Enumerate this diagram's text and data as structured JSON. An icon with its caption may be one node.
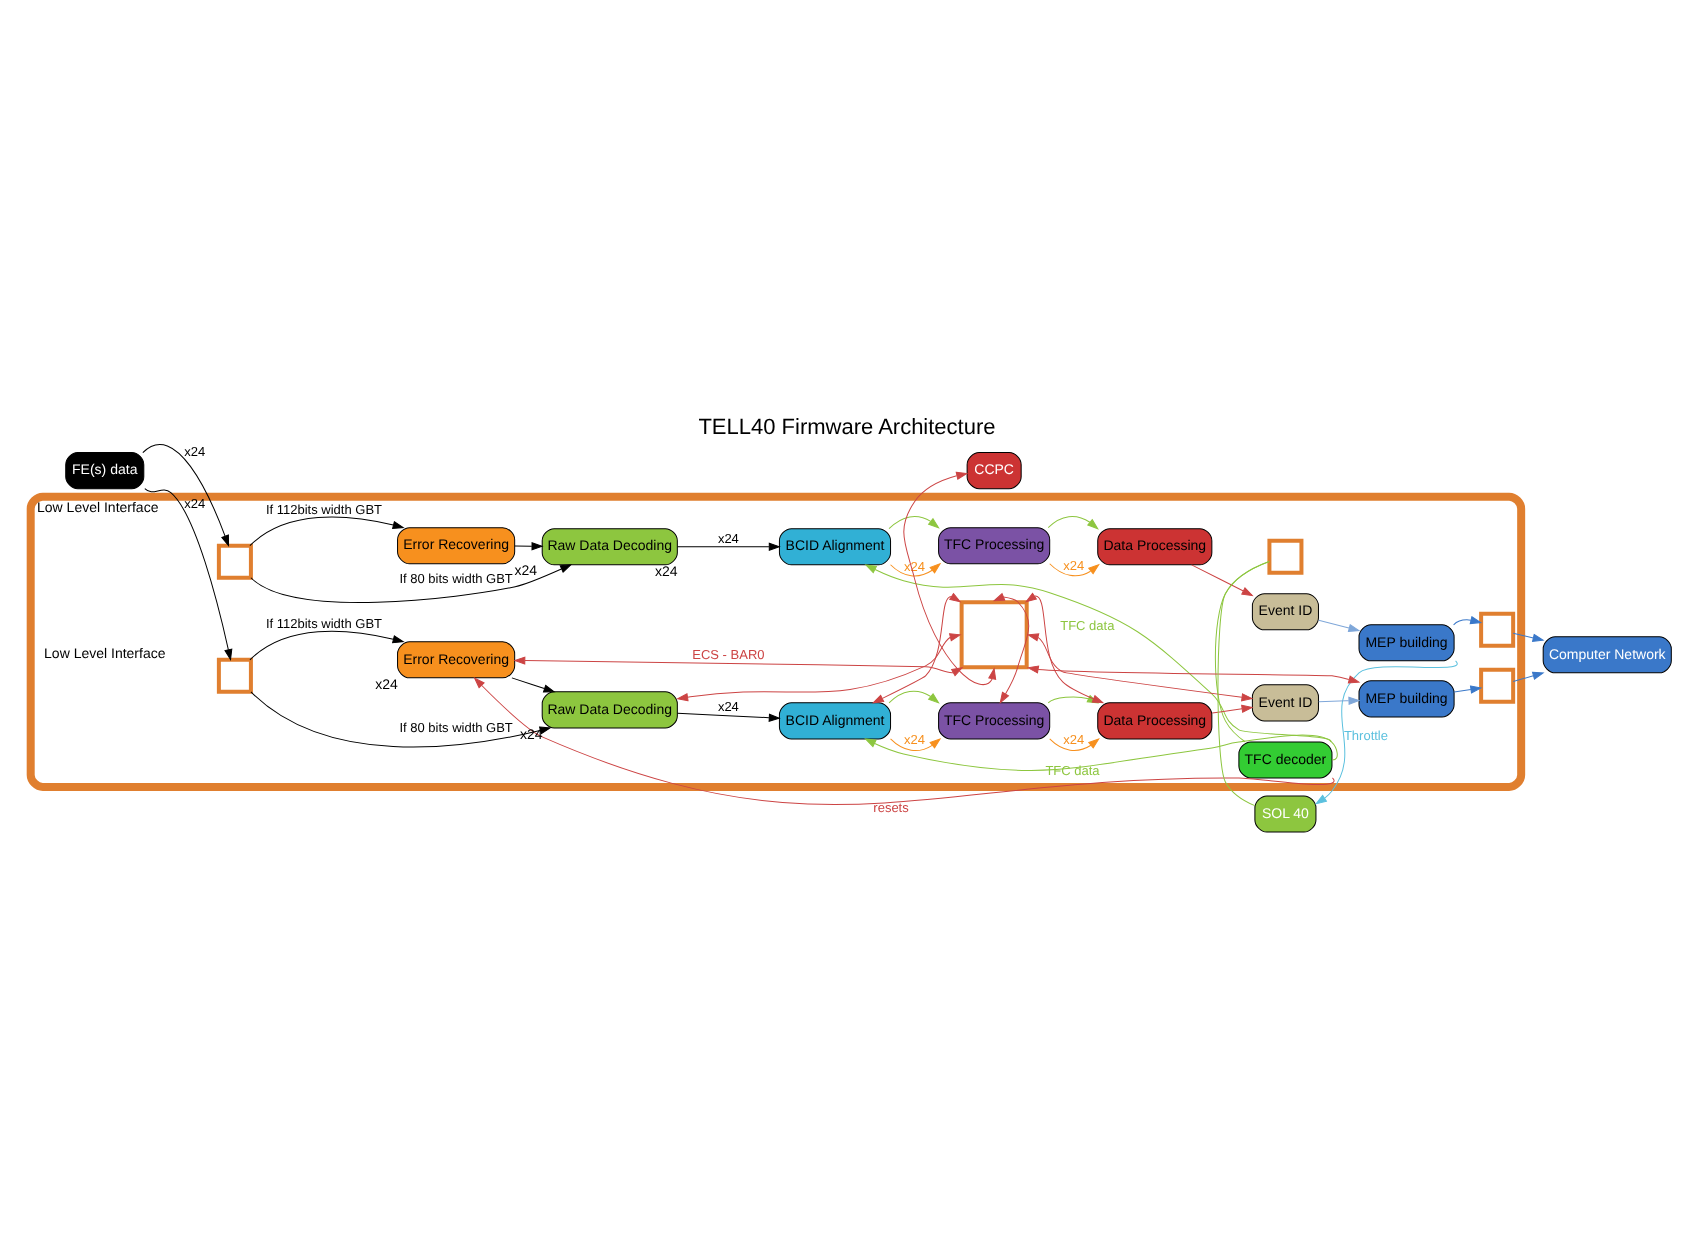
{
  "diagram": {
    "title": "TELL40 Firmware Architecture",
    "nodes": [
      {
        "text": [
          "FE(s) data"
        ]
      },
      {
        "text": [
          "Low Level Interface"
        ]
      },
      {
        "text": [
          "SOL 40"
        ]
      },
      {
        "text": [],
        "shape": "box",
        "in": 1
      },
      {
        "text": [
          "TFC decoder"
        ],
        "in": 1
      },
      {
        "text": [],
        "shape": "box",
        "in": 1
      },
      {
        "text": [
          "Error Recovering"
        ],
        "in": 1,
        "beside": [
          "x24"
        ]
      },
      {
        "text": [
          "Raw Data Decoding"
        ],
        "in": 1,
        "beside": [
          "x24"
        ]
      },
      {
        "text": [
          "BCID Alignment"
        ],
        "in": 1
      },
      {
        "text": [
          "TFC Processing"
        ],
        "in": 1
      },
      {
        "text": [
          "Data Processing"
        ],
        "in": 1
      },
      {
        "text": [
          "Event ID"
        ],
        "in": 1
      },
      {
        "text": [
          "MEP building"
        ],
        "in": 1
      },
      {
        "text": [],
        "shape": "box",
        "in": 1
      },
      {
        "text": [],
        "shape": "box",
        "in": 1
      },
      {
        "text": [
          "Error Recovering"
        ],
        "in": 1,
        "beside": [
          "x24"
        ]
      },
      {
        "text": [
          "Raw Data Decoding"
        ],
        "in": 1,
        "beside": [
          "x24"
        ]
      },
      {
        "text": [
          "BCID Alignment"
        ],
        "in": 1
      },
      {
        "text": [
          "TFC Processing"
        ],
        "in": 1
      },
      {
        "text": [
          "Data Processing"
        ],
        "in": 1
      },
      {
        "text": [
          "Event ID"
        ],
        "in": 1
      },
      {
        "text": [
          "MEP building"
        ],
        "in": 1
      },
      {
        "text": [],
        "shape": "box",
        "in": 1
      },
      {
        "text": [],
        "shape": "box",
        "in": 1
      },
      {
        "text": [
          "CCPC"
        ]
      },
      {
        "text": [
          "Computer Network"
        ]
      }
    ],
    "edges": [
      {
        "from": 0,
        "to": 5,
        "arrow": "to",
        "label": "x24",
        "color": "#000000"
      },
      {
        "from": 0,
        "to": 14,
        "arrow": "to",
        "label": "x24",
        "color": "#000000"
      },
      {
        "from": 5,
        "to": 6,
        "arrow": "to",
        "label": "If 112bits width GBT",
        "color": "#000000"
      },
      {
        "from": 5,
        "to": 7,
        "arrow": "to",
        "label": "If 80 bits width GBT",
        "color": "#000000"
      },
      {
        "from": 6,
        "to": 7,
        "arrow": "to",
        "color": "#000000"
      },
      {
        "from": 7,
        "to": 8,
        "arrow": "to",
        "label": "x24",
        "color": "#000000"
      },
      {
        "from": 8,
        "to": 9,
        "arrow": "to",
        "color": "#8dc63f"
      },
      {
        "from": 8,
        "to": 9,
        "arrow": "to",
        "color": "#f7901e",
        "label": "x24"
      },
      {
        "from": 9,
        "to": 10,
        "arrow": "to",
        "color": "#8dc63f"
      },
      {
        "from": 9,
        "to": 10,
        "arrow": "to",
        "color": "#f7901e",
        "label": "x24"
      },
      {
        "from": 10,
        "to": 11,
        "arrow": "to",
        "color": "#cc4444"
      },
      {
        "from": 11,
        "to": 12,
        "arrow": "to",
        "color": "#7fa7d9"
      },
      {
        "from": 12,
        "to": 13,
        "arrow": "to",
        "color": "#3a78c9"
      },
      {
        "from": 13,
        "to": 25,
        "arrow": "to",
        "color": "#3a78c9"
      },
      {
        "from": 14,
        "to": 15,
        "arrow": "to",
        "label": "If 112bits width GBT",
        "color": "#000000"
      },
      {
        "from": 14,
        "to": 16,
        "arrow": "to",
        "label": "If 80 bits width GBT",
        "color": "#000000"
      },
      {
        "from": 15,
        "to": 16,
        "arrow": "to",
        "color": "#000000"
      },
      {
        "from": 16,
        "to": 17,
        "arrow": "to",
        "label": "x24",
        "color": "#000000"
      },
      {
        "from": 17,
        "to": 18,
        "arrow": "to",
        "color": "#8dc63f"
      },
      {
        "from": 17,
        "to": 18,
        "arrow": "to",
        "color": "#f7901e",
        "label": "x24"
      },
      {
        "from": 18,
        "to": 19,
        "arrow": "to",
        "color": "#8dc63f"
      },
      {
        "from": 18,
        "to": 19,
        "arrow": "to",
        "color": "#f7901e",
        "label": "x24"
      },
      {
        "from": 19,
        "to": 20,
        "arrow": "to",
        "color": "#cc4444"
      },
      {
        "from": 20,
        "to": 21,
        "arrow": "to",
        "color": "#7fa7d9"
      },
      {
        "from": 21,
        "to": 22,
        "arrow": "to",
        "color": "#3a78c9"
      },
      {
        "from": 22,
        "to": 25,
        "arrow": "to",
        "color": "#3a78c9"
      },
      {
        "from": 2,
        "to": 3,
        "arrow": "none",
        "color": "#8dc63f"
      },
      {
        "from": 3,
        "to": 4,
        "arrow": "none",
        "color": "#8dc63f"
      },
      {
        "from": 4,
        "to": 8,
        "arrow": "to",
        "color": "#8dc63f",
        "label": "TFC data"
      },
      {
        "from": 4,
        "to": 17,
        "arrow": "to",
        "color": "#8dc63f",
        "label": "TFC data"
      },
      {
        "from": 12,
        "to": 2,
        "arrow": "to",
        "color": "#5bc0de",
        "label": "Throttle"
      },
      {
        "from": 4,
        "to": 15,
        "arrow": "to",
        "color": "#cc4444",
        "label": "resets"
      },
      {
        "from": 23,
        "to": 15,
        "arrow": "both",
        "color": "#cc4444",
        "label": "ECS - BAR0"
      },
      {
        "from": 23,
        "to": 16,
        "arrow": "both",
        "color": "#cc4444"
      },
      {
        "from": 23,
        "to": 17,
        "arrow": "both",
        "color": "#cc4444"
      },
      {
        "from": 23,
        "to": 18,
        "arrow": "both",
        "color": "#cc4444"
      },
      {
        "from": 23,
        "to": 19,
        "arrow": "both",
        "color": "#cc4444"
      },
      {
        "from": 23,
        "to": 20,
        "arrow": "both",
        "color": "#cc4444"
      },
      {
        "from": 23,
        "to": 21,
        "arrow": "both",
        "color": "#cc4444"
      },
      {
        "from": 23,
        "to": 24,
        "arrow": "both",
        "color": "#cc4444"
      }
    ],
    "labels": [
      "Low Level Interface"
    ]
  }
}
